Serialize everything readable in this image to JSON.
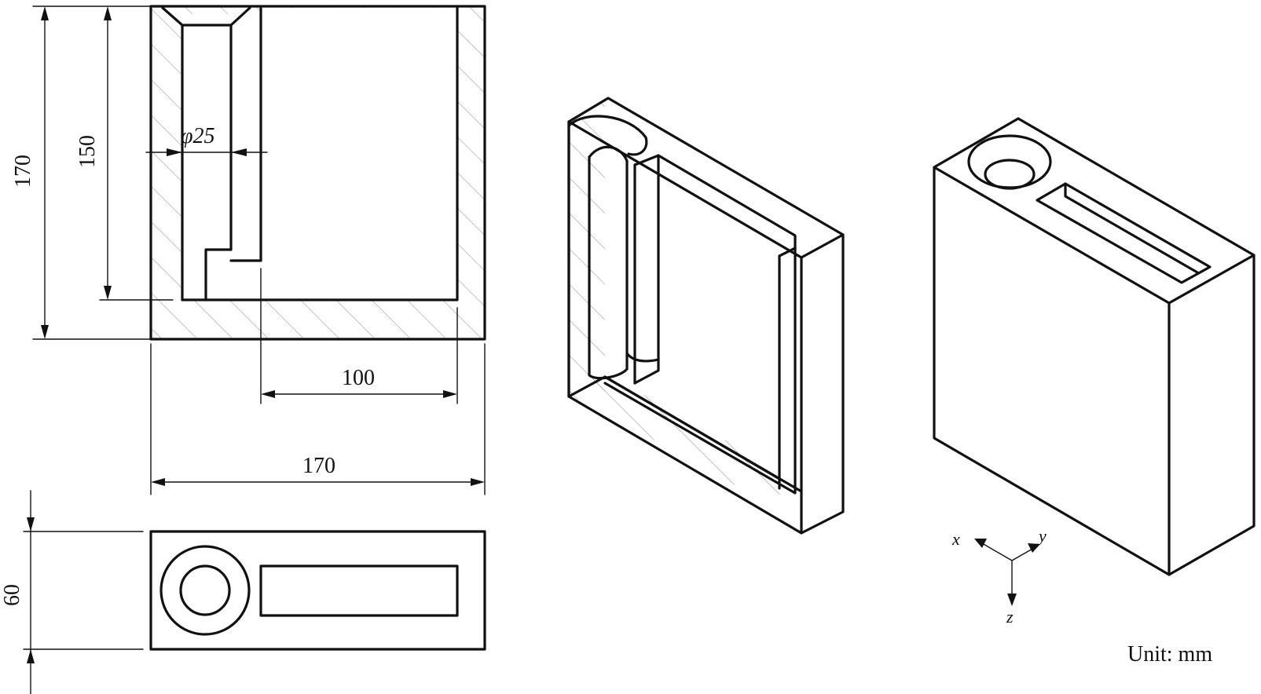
{
  "dimensions": {
    "front_height_total": "170",
    "front_height_inner": "150",
    "hole_diameter": "φ25",
    "slot_width": "100",
    "front_width": "170",
    "depth": "60"
  },
  "axes": {
    "x": "x",
    "y": "y",
    "z": "z"
  },
  "unit": "Unit: mm",
  "colors": {
    "line": "#111111",
    "hatch": "#9a9a9a",
    "background": "#ffffff"
  }
}
